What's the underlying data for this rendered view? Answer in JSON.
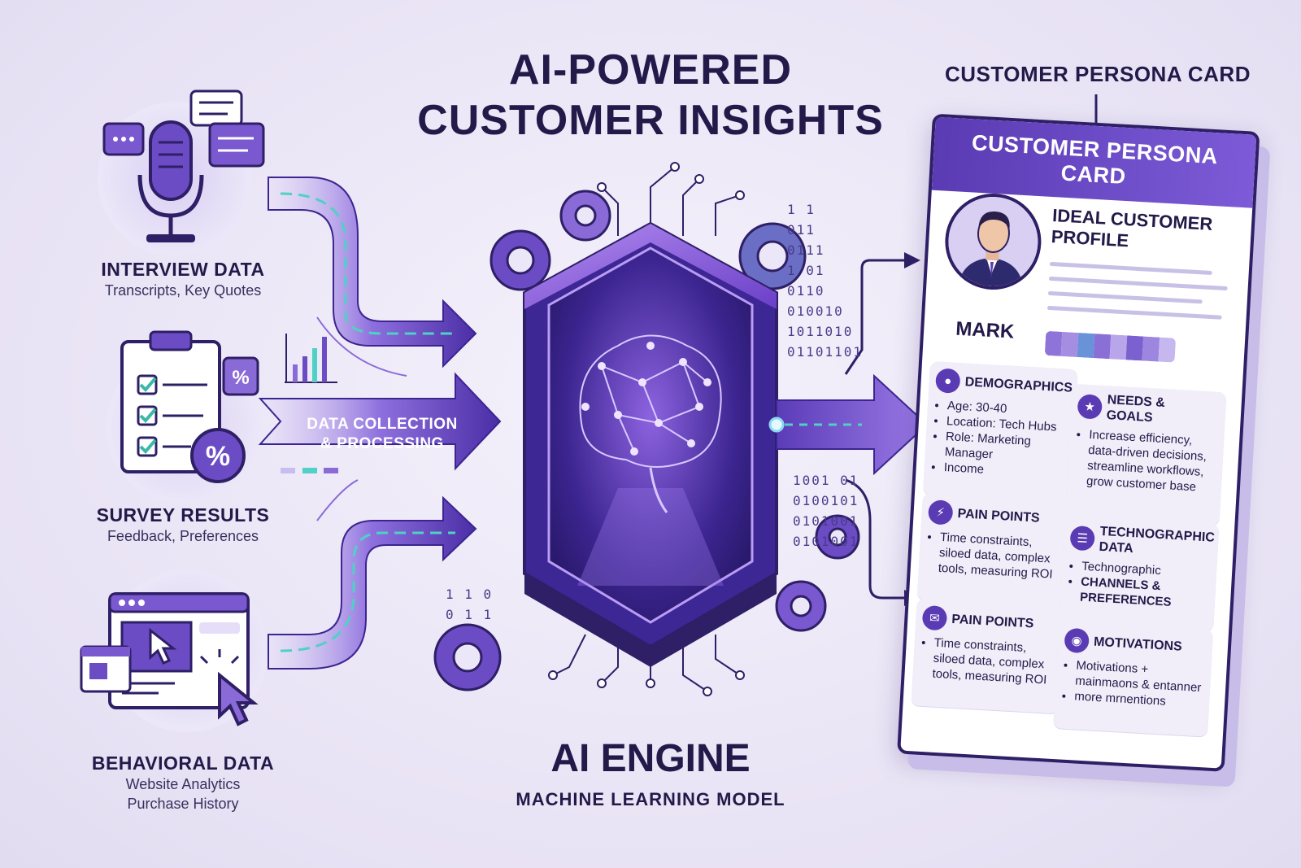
{
  "header": {
    "title_line1": "AI-POWERED",
    "title_line2": "CUSTOMER INSIGHTS"
  },
  "sources": [
    {
      "title": "INTERVIEW DATA",
      "subtitle": "Transcripts,  Key Quotes"
    },
    {
      "title": "SURVEY RESULTS",
      "subtitle": "Feedback, Preferences"
    },
    {
      "title": "BEHAVIORAL DATA",
      "subtitle_line1": "Website Analytics",
      "subtitle_line2": "Purchase History"
    }
  ],
  "collection": {
    "line1": "DATA COLLECTION",
    "line2": "& PROCESSING"
  },
  "engine": {
    "title": "AI ENGINE",
    "subtitle": "MACHINE LEARNING MODEL"
  },
  "binary": [
    "1 1",
    "011",
    "0111",
    "1  01",
    "0110",
    "010010",
    "1011010",
    "01101101",
    "1001 01",
    "0100101",
    "0101001",
    "0101001",
    "1  1 0",
    "0 1 1"
  ],
  "persona": {
    "caption": "CUSTOMER PERSONA CARD",
    "header": "CUSTOMER PERSONA CARD",
    "profile_title": "IDEAL CUSTOMER PROFILE",
    "name": "MARK",
    "color_bar": [
      "#8e74d8",
      "#a58ee2",
      "#6a92d8",
      "#8a6fd6",
      "#b9a5ea",
      "#7b61cf",
      "#9d86e0",
      "#c6b8ee"
    ],
    "sections": [
      {
        "title": "DEMOGRAPHICS",
        "items": [
          "Age: 30-40",
          "Location: Tech Hubs",
          "Role: Marketing Manager",
          "Income"
        ]
      },
      {
        "title": "NEEDS & GOALS",
        "items": [
          "Increase efficiency, data-driven decisions, streamline workflows, grow customer base"
        ]
      },
      {
        "title": "PAIN POINTS",
        "items": [
          "Time constraints, siloed data, complex tools, measuring ROI"
        ]
      },
      {
        "title": "TECHNOGRAPHIC DATA",
        "items": [
          "Technographic",
          "CHANNELS & PREFERENCES"
        ]
      },
      {
        "title": "PAIN POINTS",
        "items": [
          "Time constraints, siloed data, complex tools, measuring ROI"
        ]
      },
      {
        "title": "MOTIVATIONS",
        "items": [
          "Motivations + mainmaons & entanner",
          "more mrnentions"
        ]
      }
    ]
  },
  "colors": {
    "primary": "#5a3bb3",
    "dark": "#241a4a",
    "accent_teal": "#4fd1c5",
    "light": "#c9bdf0"
  }
}
